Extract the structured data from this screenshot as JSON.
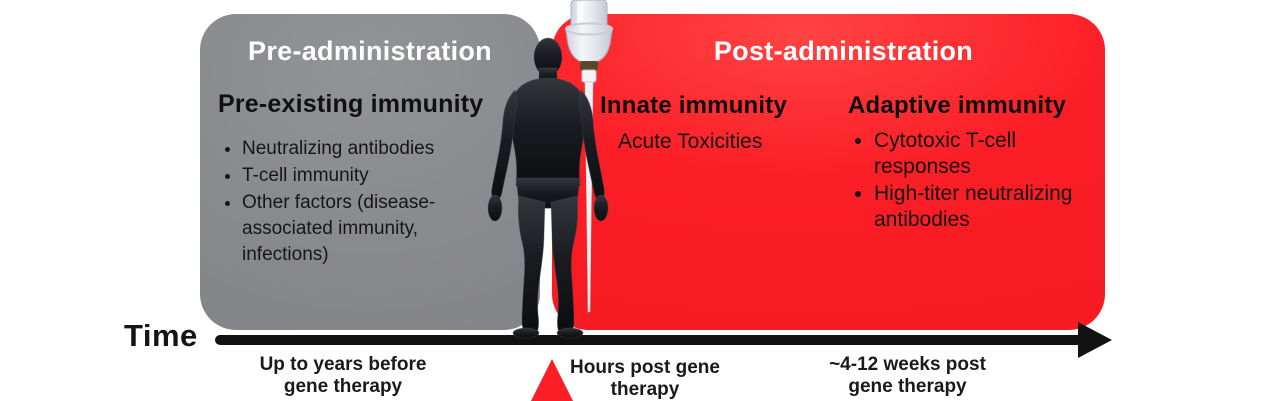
{
  "pre": {
    "title": "Pre-administration",
    "heading": "Pre-existing immunity",
    "bullets": [
      "Neutralizing antibodies",
      "T-cell immunity",
      "Other factors (disease-associated immunity, infections)"
    ]
  },
  "post": {
    "title": "Post-administration",
    "innate": {
      "heading": "Innate immunity",
      "item": "Acute Toxicities"
    },
    "adaptive": {
      "heading": "Adaptive immunity",
      "bullets": [
        "Cytotoxic T-cell responses",
        "High-titer neutralizing antibodies"
      ]
    }
  },
  "timeline": {
    "axis_label": "Time",
    "markers": [
      "Up to years before gene therapy",
      "Hours post gene therapy",
      "~4-12 weeks post gene therapy"
    ]
  },
  "icons": {
    "figure": "human-body-silhouette-icon",
    "iv": "iv-drip-icon",
    "event_marker": "red-triangle-event-marker"
  },
  "colors": {
    "pre_panel_bg": "#8a8b8e",
    "post_panel_bg": "#fb1e26",
    "panel_title_text": "#ffffff",
    "body_text": "#141414",
    "timeline_arrow": "#121212",
    "event_marker": "#fb1e26"
  }
}
